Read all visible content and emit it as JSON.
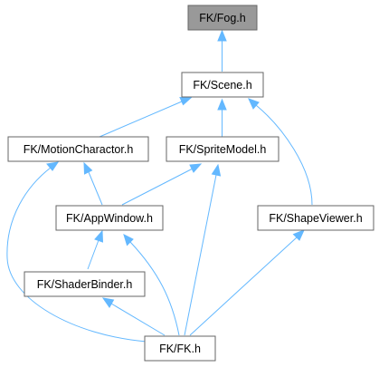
{
  "diagram": {
    "nodes": [
      {
        "id": "fog",
        "label": "FK/Fog.h",
        "current": true
      },
      {
        "id": "scene",
        "label": "FK/Scene.h",
        "current": false
      },
      {
        "id": "motion",
        "label": "FK/MotionCharactor.h",
        "current": false
      },
      {
        "id": "sprite",
        "label": "FK/SpriteModel.h",
        "current": false
      },
      {
        "id": "appwin",
        "label": "FK/AppWindow.h",
        "current": false
      },
      {
        "id": "shape",
        "label": "FK/ShapeViewer.h",
        "current": false
      },
      {
        "id": "shader",
        "label": "FK/ShaderBinder.h",
        "current": false
      },
      {
        "id": "fk",
        "label": "FK/FK.h",
        "current": false
      }
    ],
    "edges": [
      {
        "from": "scene",
        "to": "fog"
      },
      {
        "from": "motion",
        "to": "scene"
      },
      {
        "from": "sprite",
        "to": "scene"
      },
      {
        "from": "shape",
        "to": "scene"
      },
      {
        "from": "appwin",
        "to": "motion"
      },
      {
        "from": "fk",
        "to": "motion"
      },
      {
        "from": "appwin",
        "to": "sprite"
      },
      {
        "from": "fk",
        "to": "sprite"
      },
      {
        "from": "shader",
        "to": "appwin"
      },
      {
        "from": "fk",
        "to": "appwin"
      },
      {
        "from": "fk",
        "to": "shape"
      },
      {
        "from": "fk",
        "to": "shader"
      }
    ]
  }
}
